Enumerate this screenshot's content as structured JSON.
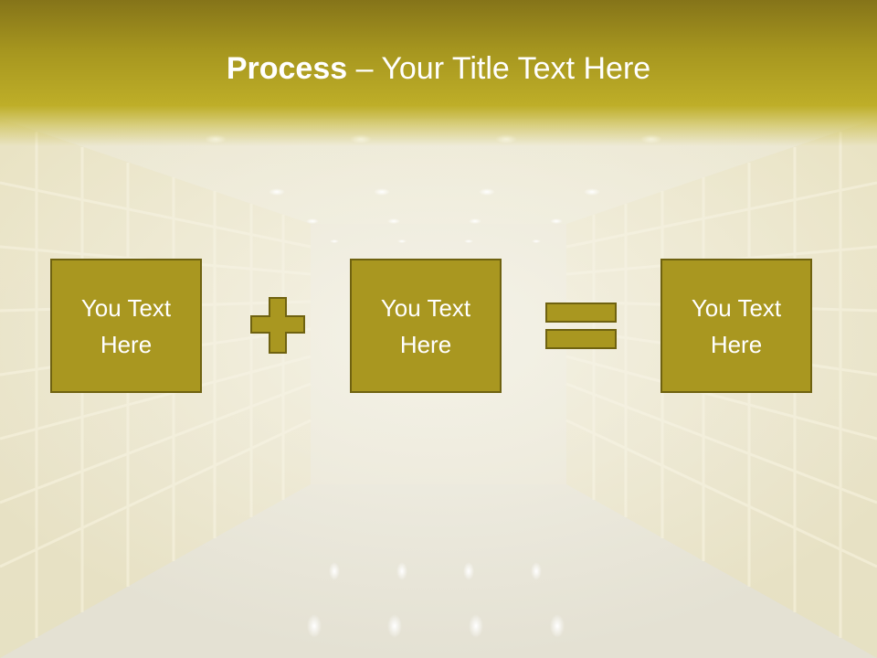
{
  "slide": {
    "title_bold": "Process",
    "title_rest": " – Your Title Text Here",
    "boxes": [
      {
        "text": "You Text Here"
      },
      {
        "text": "You Text Here"
      },
      {
        "text": "You Text Here"
      }
    ],
    "operators": [
      "plus-icon",
      "equals-icon"
    ],
    "colors": {
      "accent": "#a99720",
      "accent_border": "#6f6210",
      "title_band": "#beae28",
      "text": "#ffffff"
    }
  }
}
